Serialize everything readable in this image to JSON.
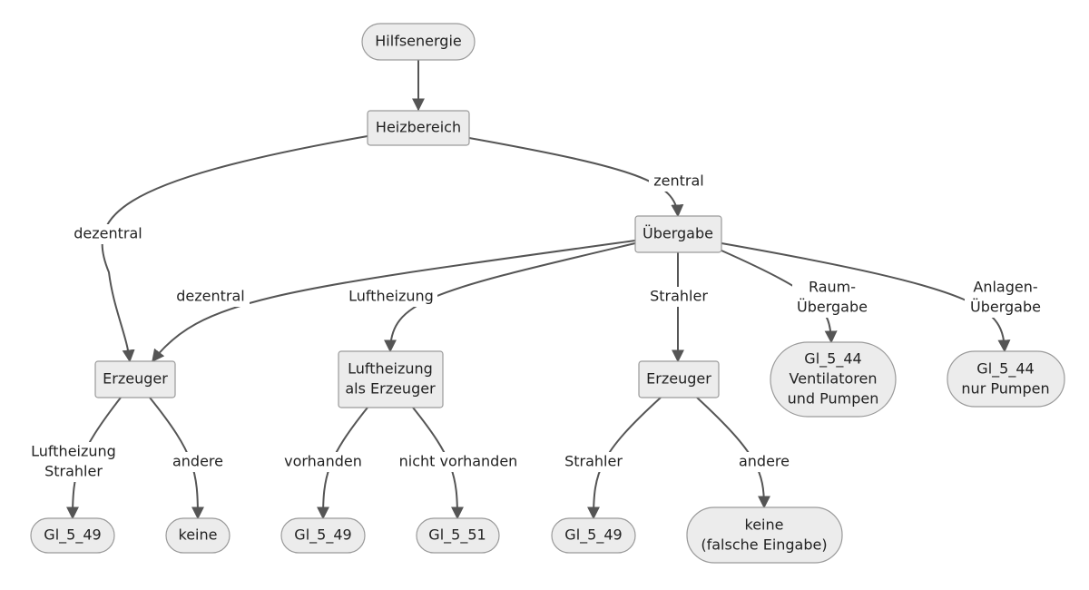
{
  "nodes": {
    "hilfsenergie": "Hilfsenergie",
    "heizbereich": "Heizbereich",
    "uebergabe": "Übergabe",
    "erzeuger_dezentral": "Erzeuger",
    "luftheizung_erzeuger": [
      "Luftheizung",
      "als Erzeuger"
    ],
    "erzeuger_strahler": "Erzeuger",
    "gl544_vent": [
      "Gl_5_44",
      "Ventilatoren",
      "und Pumpen"
    ],
    "gl544_pumpen": [
      "Gl_5_44",
      "nur Pumpen"
    ],
    "gl549_a": "Gl_5_49",
    "keine_a": "keine",
    "gl549_b": "Gl_5_49",
    "gl551": "Gl_5_51",
    "gl549_c": "Gl_5_49",
    "keine_falsch": [
      "keine",
      "(falsche Eingabe)"
    ]
  },
  "edges": {
    "heiz_dezentral": "dezentral",
    "heiz_zentral": "zentral",
    "ueb_dezentral": "dezentral",
    "ueb_luftheizung": "Luftheizung",
    "ueb_strahler": "Strahler",
    "ueb_raum": [
      "Raum-",
      "Übergabe"
    ],
    "ueb_anlagen": [
      "Anlagen-",
      "Übergabe"
    ],
    "erz_luft_strahler": [
      "Luftheizung",
      "Strahler"
    ],
    "erz_andere": "andere",
    "luft_vorhanden": "vorhanden",
    "luft_nicht": "nicht vorhanden",
    "str_strahler": "Strahler",
    "str_andere": "andere"
  }
}
